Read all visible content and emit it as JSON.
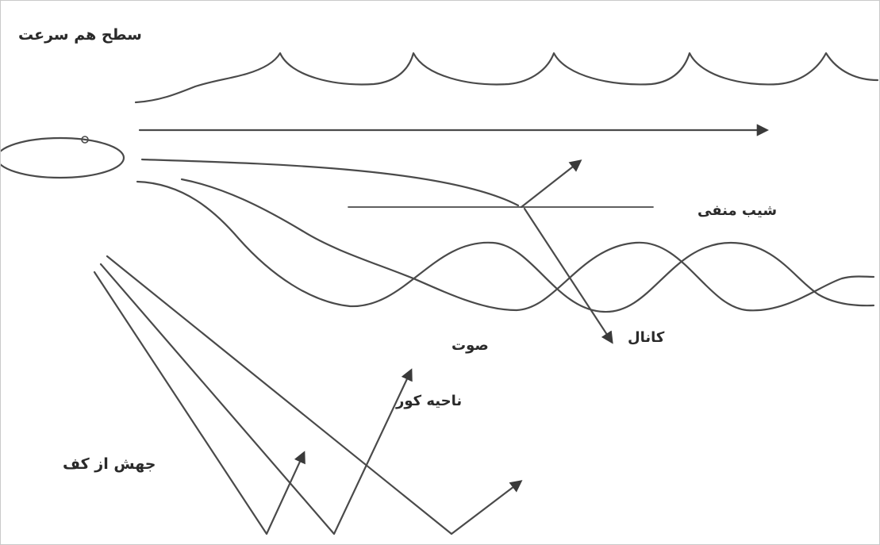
{
  "labels": {
    "isovelocity_surface": "سطح هم سرعت",
    "negative_gradient": "شیب منفی",
    "channel": "کانال",
    "sound": "صوت",
    "shadow_zone": "ناحیه کور",
    "bottom_bounce": "جهش از کف"
  },
  "colors": {
    "line": "#4a4a4a",
    "background": "#ffffff",
    "border": "#c9c9c9"
  }
}
